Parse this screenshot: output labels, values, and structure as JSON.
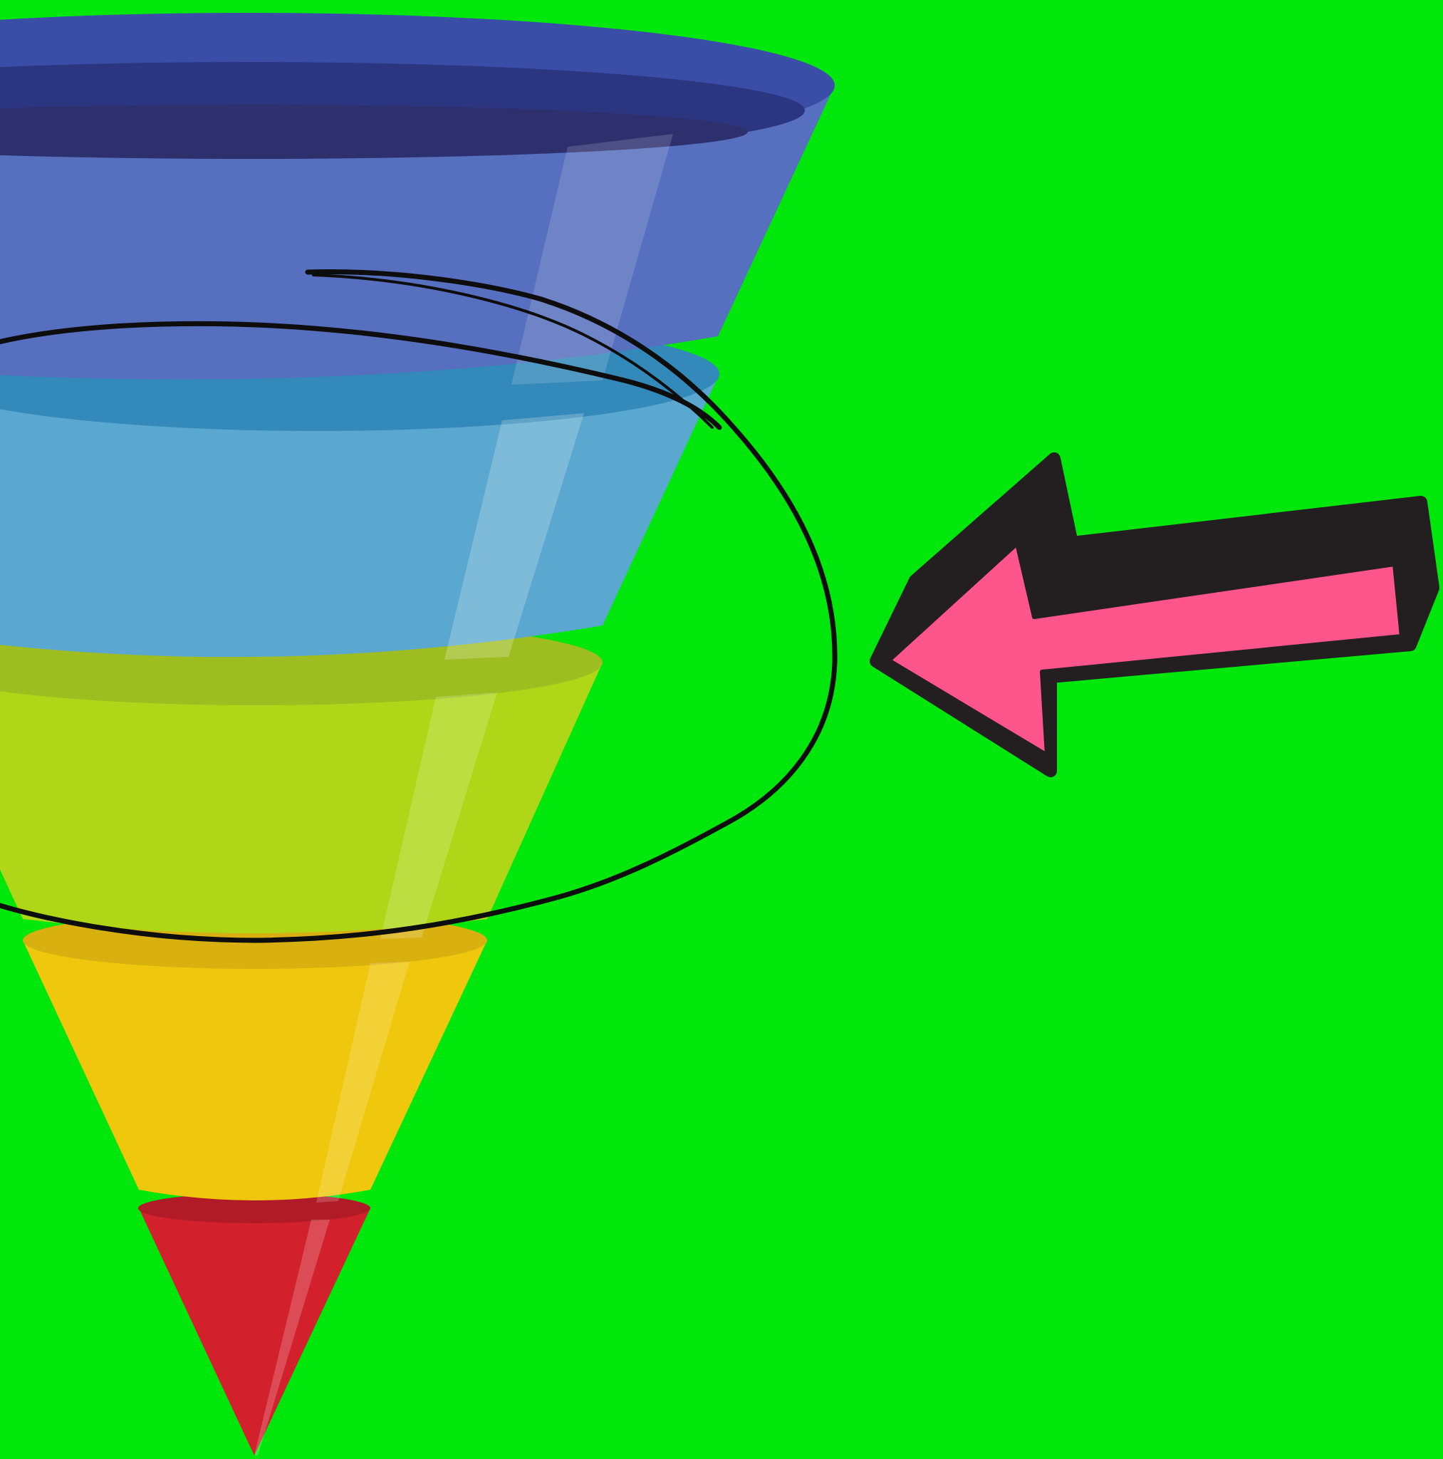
{
  "scene": {
    "description_free": true,
    "background_color": "#00e80b",
    "funnel": {
      "icon": "sales-funnel",
      "stages": [
        {
          "stage": 1,
          "color": "#566fbe",
          "rim_color": "#3a4ea8",
          "inner_color": "#2c3580"
        },
        {
          "stage": 2,
          "color": "#5aa8cf",
          "rim_color": "#3389ba"
        },
        {
          "stage": 3,
          "color": "#afd718",
          "rim_color": "#9ebd20"
        },
        {
          "stage": 4,
          "color": "#efc70c",
          "rim_color": "#d8b010"
        },
        {
          "stage": 5,
          "color": "#d2202c",
          "rim_color": "#b11b28"
        }
      ]
    },
    "annotation": {
      "icon": "hand-drawn-loop",
      "stroke_color": "#0d0d0d"
    },
    "arrow": {
      "icon": "pointer-arrow",
      "direction": "left",
      "fill_color": "#ff558d",
      "shadow_color": "#231f20"
    }
  }
}
